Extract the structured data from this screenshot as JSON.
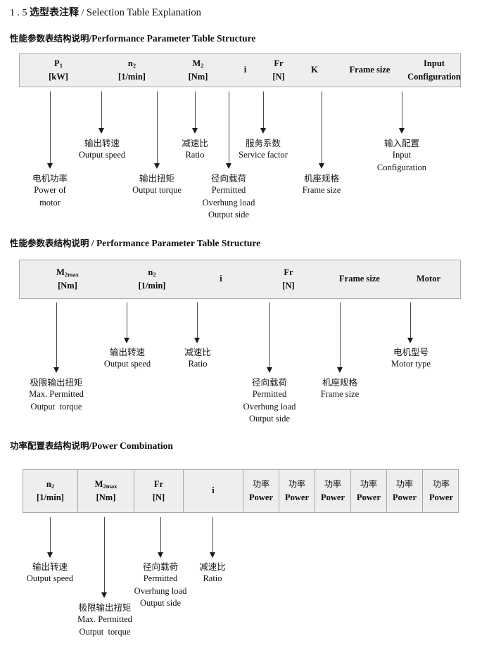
{
  "document": {
    "heading": {
      "number": "1 . 5",
      "cn": "选型表注释",
      "separator": "/",
      "en": "Selection Table Explanation"
    }
  },
  "sections": [
    {
      "id": "performance-parameter-1",
      "subheading": {
        "cn": "性能参数表结构说明",
        "separator": "/",
        "en": "Performance Parameter Table Structure"
      },
      "table": {
        "columns": [
          {
            "symbol": "P",
            "sub": "1",
            "unit": "[kW]"
          },
          {
            "symbol": "n",
            "sub": "2",
            "unit": "[1/min]"
          },
          {
            "symbol": "M",
            "sub": "2",
            "unit": "[Nm]"
          },
          {
            "symbol": "i",
            "sub": "",
            "unit": ""
          },
          {
            "symbol": "Fr",
            "sub": "",
            "unit": "[N]"
          },
          {
            "symbol": "K",
            "sub": "",
            "unit": ""
          },
          {
            "symbol": "Frame size",
            "sub": "",
            "unit": ""
          },
          {
            "symbol": "Input",
            "sub": "",
            "unit": "Configuration"
          }
        ]
      },
      "annotations": [
        {
          "cn": "电机功率",
          "en": [
            "Power of",
            "motor"
          ]
        },
        {
          "cn": "输出转速",
          "en": [
            "Output speed"
          ]
        },
        {
          "cn": "输出扭矩",
          "en": [
            "Output torque"
          ]
        },
        {
          "cn": "减速比",
          "en": [
            "Ratio"
          ]
        },
        {
          "cn": "径向载荷",
          "en": [
            "Permitted",
            "Overhung load",
            "Output side"
          ]
        },
        {
          "cn": "服务系数",
          "en": [
            "Service factor"
          ]
        },
        {
          "cn": "机座规格",
          "en": [
            "Frame size"
          ]
        },
        {
          "cn": "输入配置",
          "en": [
            "Input",
            "Configuration"
          ]
        }
      ]
    },
    {
      "id": "performance-parameter-2",
      "subheading": {
        "cn": "性能参数表结构说明",
        "separator": "/",
        "en": "Performance Parameter Table Structure"
      },
      "table": {
        "columns": [
          {
            "symbol": "M",
            "sub": "2max",
            "unit": "[Nm]"
          },
          {
            "symbol": "n",
            "sub": "2",
            "unit": "[1/min]"
          },
          {
            "symbol": "i",
            "sub": "",
            "unit": ""
          },
          {
            "symbol": "Fr",
            "sub": "",
            "unit": "[N]"
          },
          {
            "symbol": "Frame size",
            "sub": "",
            "unit": ""
          },
          {
            "symbol": "Motor",
            "sub": "",
            "unit": ""
          }
        ]
      },
      "annotations": [
        {
          "cn": "极限输出扭矩",
          "en": [
            "Max. Permitted",
            "Output  torque"
          ]
        },
        {
          "cn": "输出转速",
          "en": [
            "Output speed"
          ]
        },
        {
          "cn": "减速比",
          "en": [
            "Ratio"
          ]
        },
        {
          "cn": "径向载荷",
          "en": [
            "Permitted",
            "Overhung load",
            "Output side"
          ]
        },
        {
          "cn": "机座规格",
          "en": [
            "Frame size"
          ]
        },
        {
          "cn": "电机型号",
          "en": [
            "Motor type"
          ]
        }
      ]
    },
    {
      "id": "power-combination",
      "subheading": {
        "cn": "功率配置表结构说明",
        "separator": "/",
        "en": "Power Combination"
      },
      "table": {
        "columns": [
          {
            "symbol": "n",
            "sub": "2",
            "unit": "[1/min]"
          },
          {
            "symbol": "M",
            "sub": "2max",
            "unit": "[Nm]"
          },
          {
            "symbol": "Fr",
            "sub": "",
            "unit": "[N]"
          },
          {
            "symbol": "i",
            "sub": "",
            "unit": ""
          },
          {
            "cn": "功率",
            "symbol": "",
            "sub": "",
            "unit": "Power"
          },
          {
            "cn": "功率",
            "symbol": "",
            "sub": "",
            "unit": "Power"
          },
          {
            "cn": "功率",
            "symbol": "",
            "sub": "",
            "unit": "Power"
          },
          {
            "cn": "功率",
            "symbol": "",
            "sub": "",
            "unit": "Power"
          },
          {
            "cn": "功率",
            "symbol": "",
            "sub": "",
            "unit": "Power"
          },
          {
            "cn": "功率",
            "symbol": "",
            "sub": "",
            "unit": "Power"
          }
        ]
      },
      "annotations": [
        {
          "cn": "输出转速",
          "en": [
            "Output speed"
          ]
        },
        {
          "cn": "极限输出扭矩",
          "en": [
            "Max. Permitted",
            "Output  torque"
          ]
        },
        {
          "cn": "径向载荷",
          "en": [
            "Permitted",
            "Overhung load",
            "Output side"
          ]
        },
        {
          "cn": "减速比",
          "en": [
            "Ratio"
          ]
        }
      ]
    }
  ],
  "colors": {
    "table_fill": "#eeeeee",
    "table_border": "#a8a8a8",
    "arrow": "#1a1a1a",
    "text": "#111111",
    "page_background": "#ffffff"
  }
}
